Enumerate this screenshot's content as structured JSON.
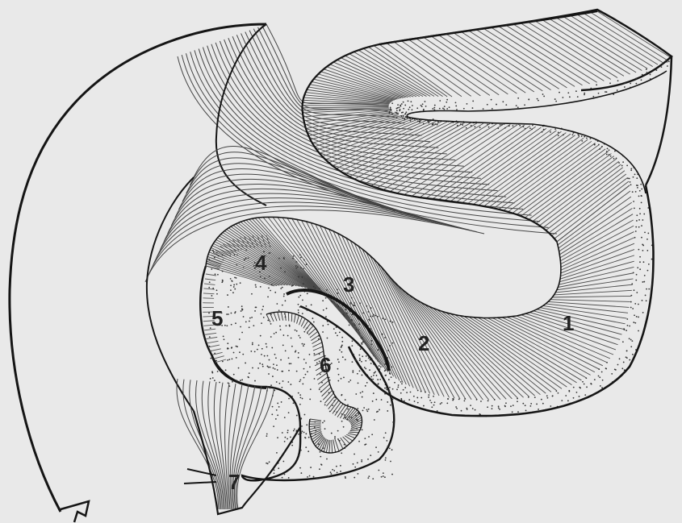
{
  "diagram": {
    "labels": {
      "l1": "1",
      "l2": "2",
      "l3": "3",
      "l4": "4",
      "l5": "5",
      "l6": "6",
      "l7": "7"
    }
  },
  "colors": {
    "paper": "#e9e9e9",
    "ink": "#151515",
    "hatch": "#555555",
    "stipple": "#333333"
  }
}
